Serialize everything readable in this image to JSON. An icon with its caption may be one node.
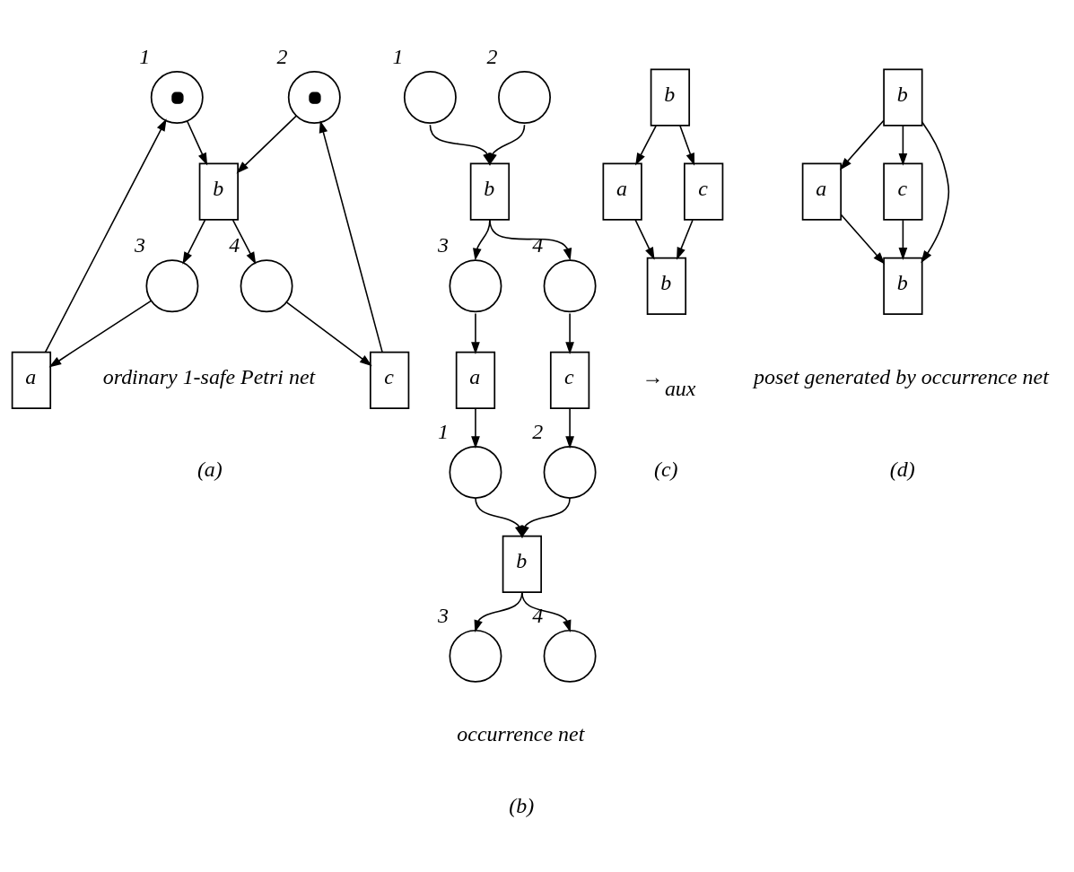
{
  "diagram": {
    "nodes": [
      {
        "text": [],
        "shape": "circle",
        "beside": [
          "1"
        ]
      },
      {
        "text": [],
        "shape": "circle",
        "beside": [
          "2"
        ]
      },
      {
        "text": [
          "a"
        ]
      },
      {
        "text": [
          "b"
        ]
      },
      {
        "text": [
          "c"
        ]
      },
      {
        "text": [],
        "shape": "circle",
        "beside": [
          "3"
        ]
      },
      {
        "text": [],
        "shape": "circle",
        "beside": [
          "4"
        ]
      },
      {
        "text": [],
        "shape": "circle",
        "beside": [
          "1"
        ]
      },
      {
        "text": [],
        "shape": "circle",
        "beside": [
          "2"
        ]
      },
      {
        "text": [
          "b"
        ]
      },
      {
        "text": [],
        "shape": "circle",
        "beside": [
          "3"
        ]
      },
      {
        "text": [],
        "shape": "circle",
        "beside": [
          "4"
        ]
      },
      {
        "text": [
          "a"
        ]
      },
      {
        "text": [
          "c"
        ]
      },
      {
        "text": [],
        "shape": "circle",
        "beside": [
          "1"
        ]
      },
      {
        "text": [],
        "shape": "circle",
        "beside": [
          "2"
        ]
      },
      {
        "text": [
          "b"
        ]
      },
      {
        "text": [],
        "shape": "circle",
        "beside": [
          "3"
        ]
      },
      {
        "text": [],
        "shape": "circle",
        "beside": [
          "4"
        ]
      },
      {
        "text": [
          "b"
        ]
      },
      {
        "text": [
          "a"
        ]
      },
      {
        "text": [
          "c"
        ]
      },
      {
        "text": [
          "b"
        ]
      },
      {
        "text": [
          "b"
        ]
      },
      {
        "text": [
          "a"
        ]
      },
      {
        "text": [
          "c"
        ]
      },
      {
        "text": [
          "b"
        ]
      }
    ],
    "edges": [
      {
        "from": 2,
        "to": 0,
        "arrow": "to"
      },
      {
        "from": 0,
        "to": 3,
        "arrow": "to"
      },
      {
        "from": 1,
        "to": 3,
        "arrow": "to"
      },
      {
        "from": 4,
        "to": 1,
        "arrow": "to"
      },
      {
        "from": 3,
        "to": 5,
        "arrow": "to"
      },
      {
        "from": 3,
        "to": 6,
        "arrow": "to"
      },
      {
        "from": 5,
        "to": 2,
        "arrow": "to"
      },
      {
        "from": 6,
        "to": 4,
        "arrow": "to"
      },
      {
        "from": 7,
        "to": 9,
        "arrow": "to"
      },
      {
        "from": 8,
        "to": 9,
        "arrow": "to"
      },
      {
        "from": 9,
        "to": 10,
        "arrow": "to"
      },
      {
        "from": 9,
        "to": 11,
        "arrow": "to"
      },
      {
        "from": 10,
        "to": 12,
        "arrow": "to"
      },
      {
        "from": 11,
        "to": 13,
        "arrow": "to"
      },
      {
        "from": 12,
        "to": 14,
        "arrow": "to"
      },
      {
        "from": 13,
        "to": 15,
        "arrow": "to"
      },
      {
        "from": 14,
        "to": 16,
        "arrow": "to"
      },
      {
        "from": 15,
        "to": 16,
        "arrow": "to"
      },
      {
        "from": 16,
        "to": 17,
        "arrow": "to"
      },
      {
        "from": 16,
        "to": 18,
        "arrow": "to"
      },
      {
        "from": 19,
        "to": 20,
        "arrow": "to"
      },
      {
        "from": 19,
        "to": 21,
        "arrow": "to"
      },
      {
        "from": 20,
        "to": 22,
        "arrow": "to"
      },
      {
        "from": 21,
        "to": 22,
        "arrow": "to"
      },
      {
        "from": 23,
        "to": 24,
        "arrow": "to"
      },
      {
        "from": 23,
        "to": 26,
        "arrow": "to"
      },
      {
        "from": 23,
        "to": 25,
        "arrow": "to"
      },
      {
        "from": 24,
        "to": 26,
        "arrow": "to"
      },
      {
        "from": 25,
        "to": 26,
        "arrow": "to"
      }
    ],
    "labels": [
      "ordinary 1-safe Petri net",
      "(a)",
      "occurrence net",
      "(b)",
      "→$_{aux}$",
      "(c)",
      "poset generated by occurrence net",
      "(d)"
    ]
  }
}
